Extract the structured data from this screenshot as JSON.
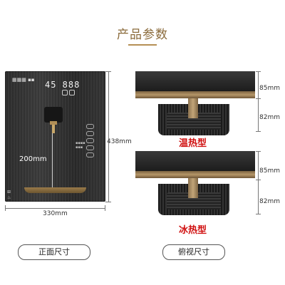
{
  "title": "产品参数",
  "front": {
    "display_text": "45 888",
    "height_label": "438mm",
    "outlet_label": "200mm",
    "width_label": "330mm",
    "caption": "正面尺寸"
  },
  "top_views": [
    {
      "type_label": "温热型",
      "upper_label": "85mm",
      "lower_label": "82mm"
    },
    {
      "type_label": "冰热型",
      "upper_label": "85mm",
      "lower_label": "82mm"
    }
  ],
  "top_caption": "俯视尺寸",
  "colors": {
    "accent_gold": "#b58f55",
    "type_red": "#d01010"
  }
}
